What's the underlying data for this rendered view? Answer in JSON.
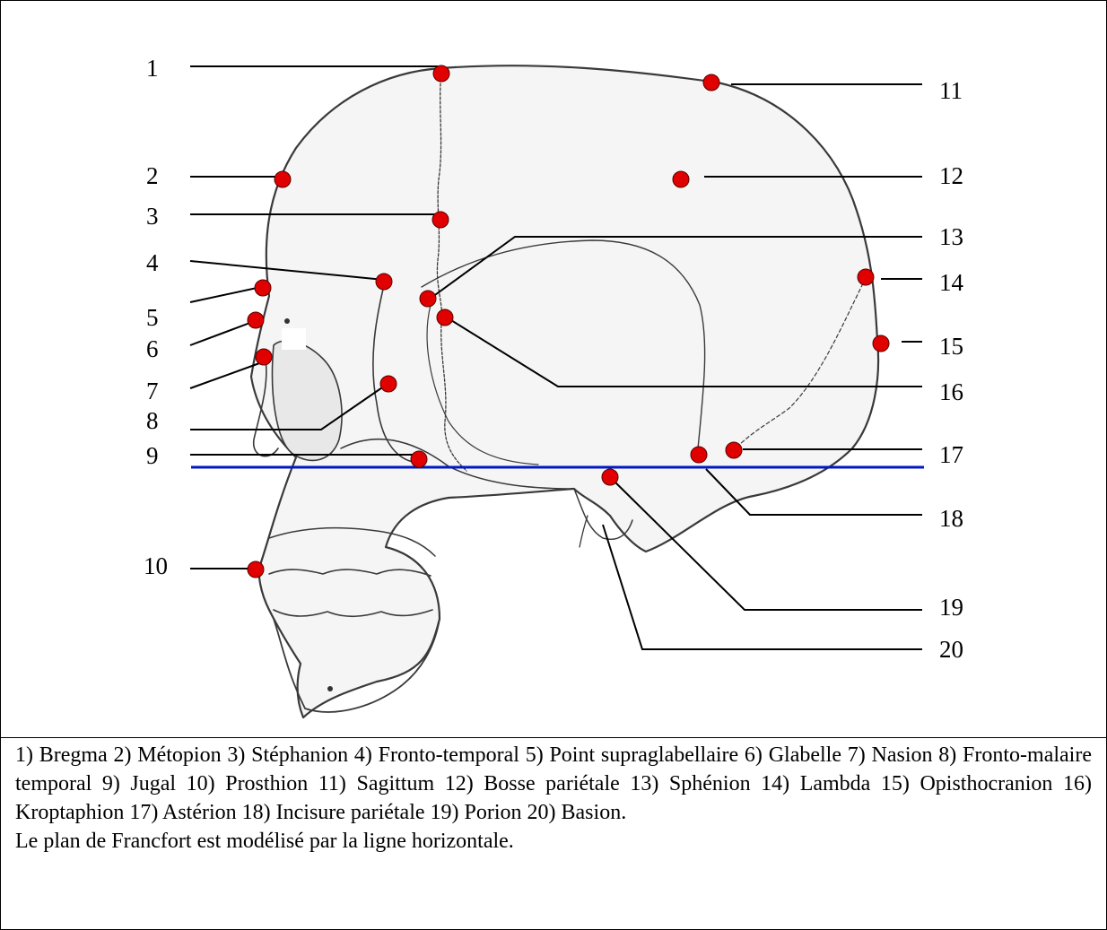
{
  "diagram": {
    "point_color": "#e00000",
    "frankfort_line_color": "#0019c8",
    "labels": [
      "1",
      "2",
      "3",
      "4",
      "5",
      "6",
      "7",
      "8",
      "9",
      "10",
      "11",
      "12",
      "13",
      "14",
      "15",
      "16",
      "17",
      "18",
      "19",
      "20"
    ]
  },
  "caption": {
    "legend": "1) Bregma 2) Métopion 3) Stéphanion 4) Fronto-temporal 5) Point supraglabellaire 6) Glabelle 7) Nasion 8) Fronto-malaire temporal 9) Jugal 10) Prosthion 11) Sagittum 12) Bosse pariétale 13) Sphénion 14) Lambda 15) Opisthocranion 16) Kroptaphion 17) Astérion 18) Incisure pariétale 19) Porion 20) Basion.",
    "note": "Le plan de Francfort est modélisé par la ligne horizontale."
  }
}
